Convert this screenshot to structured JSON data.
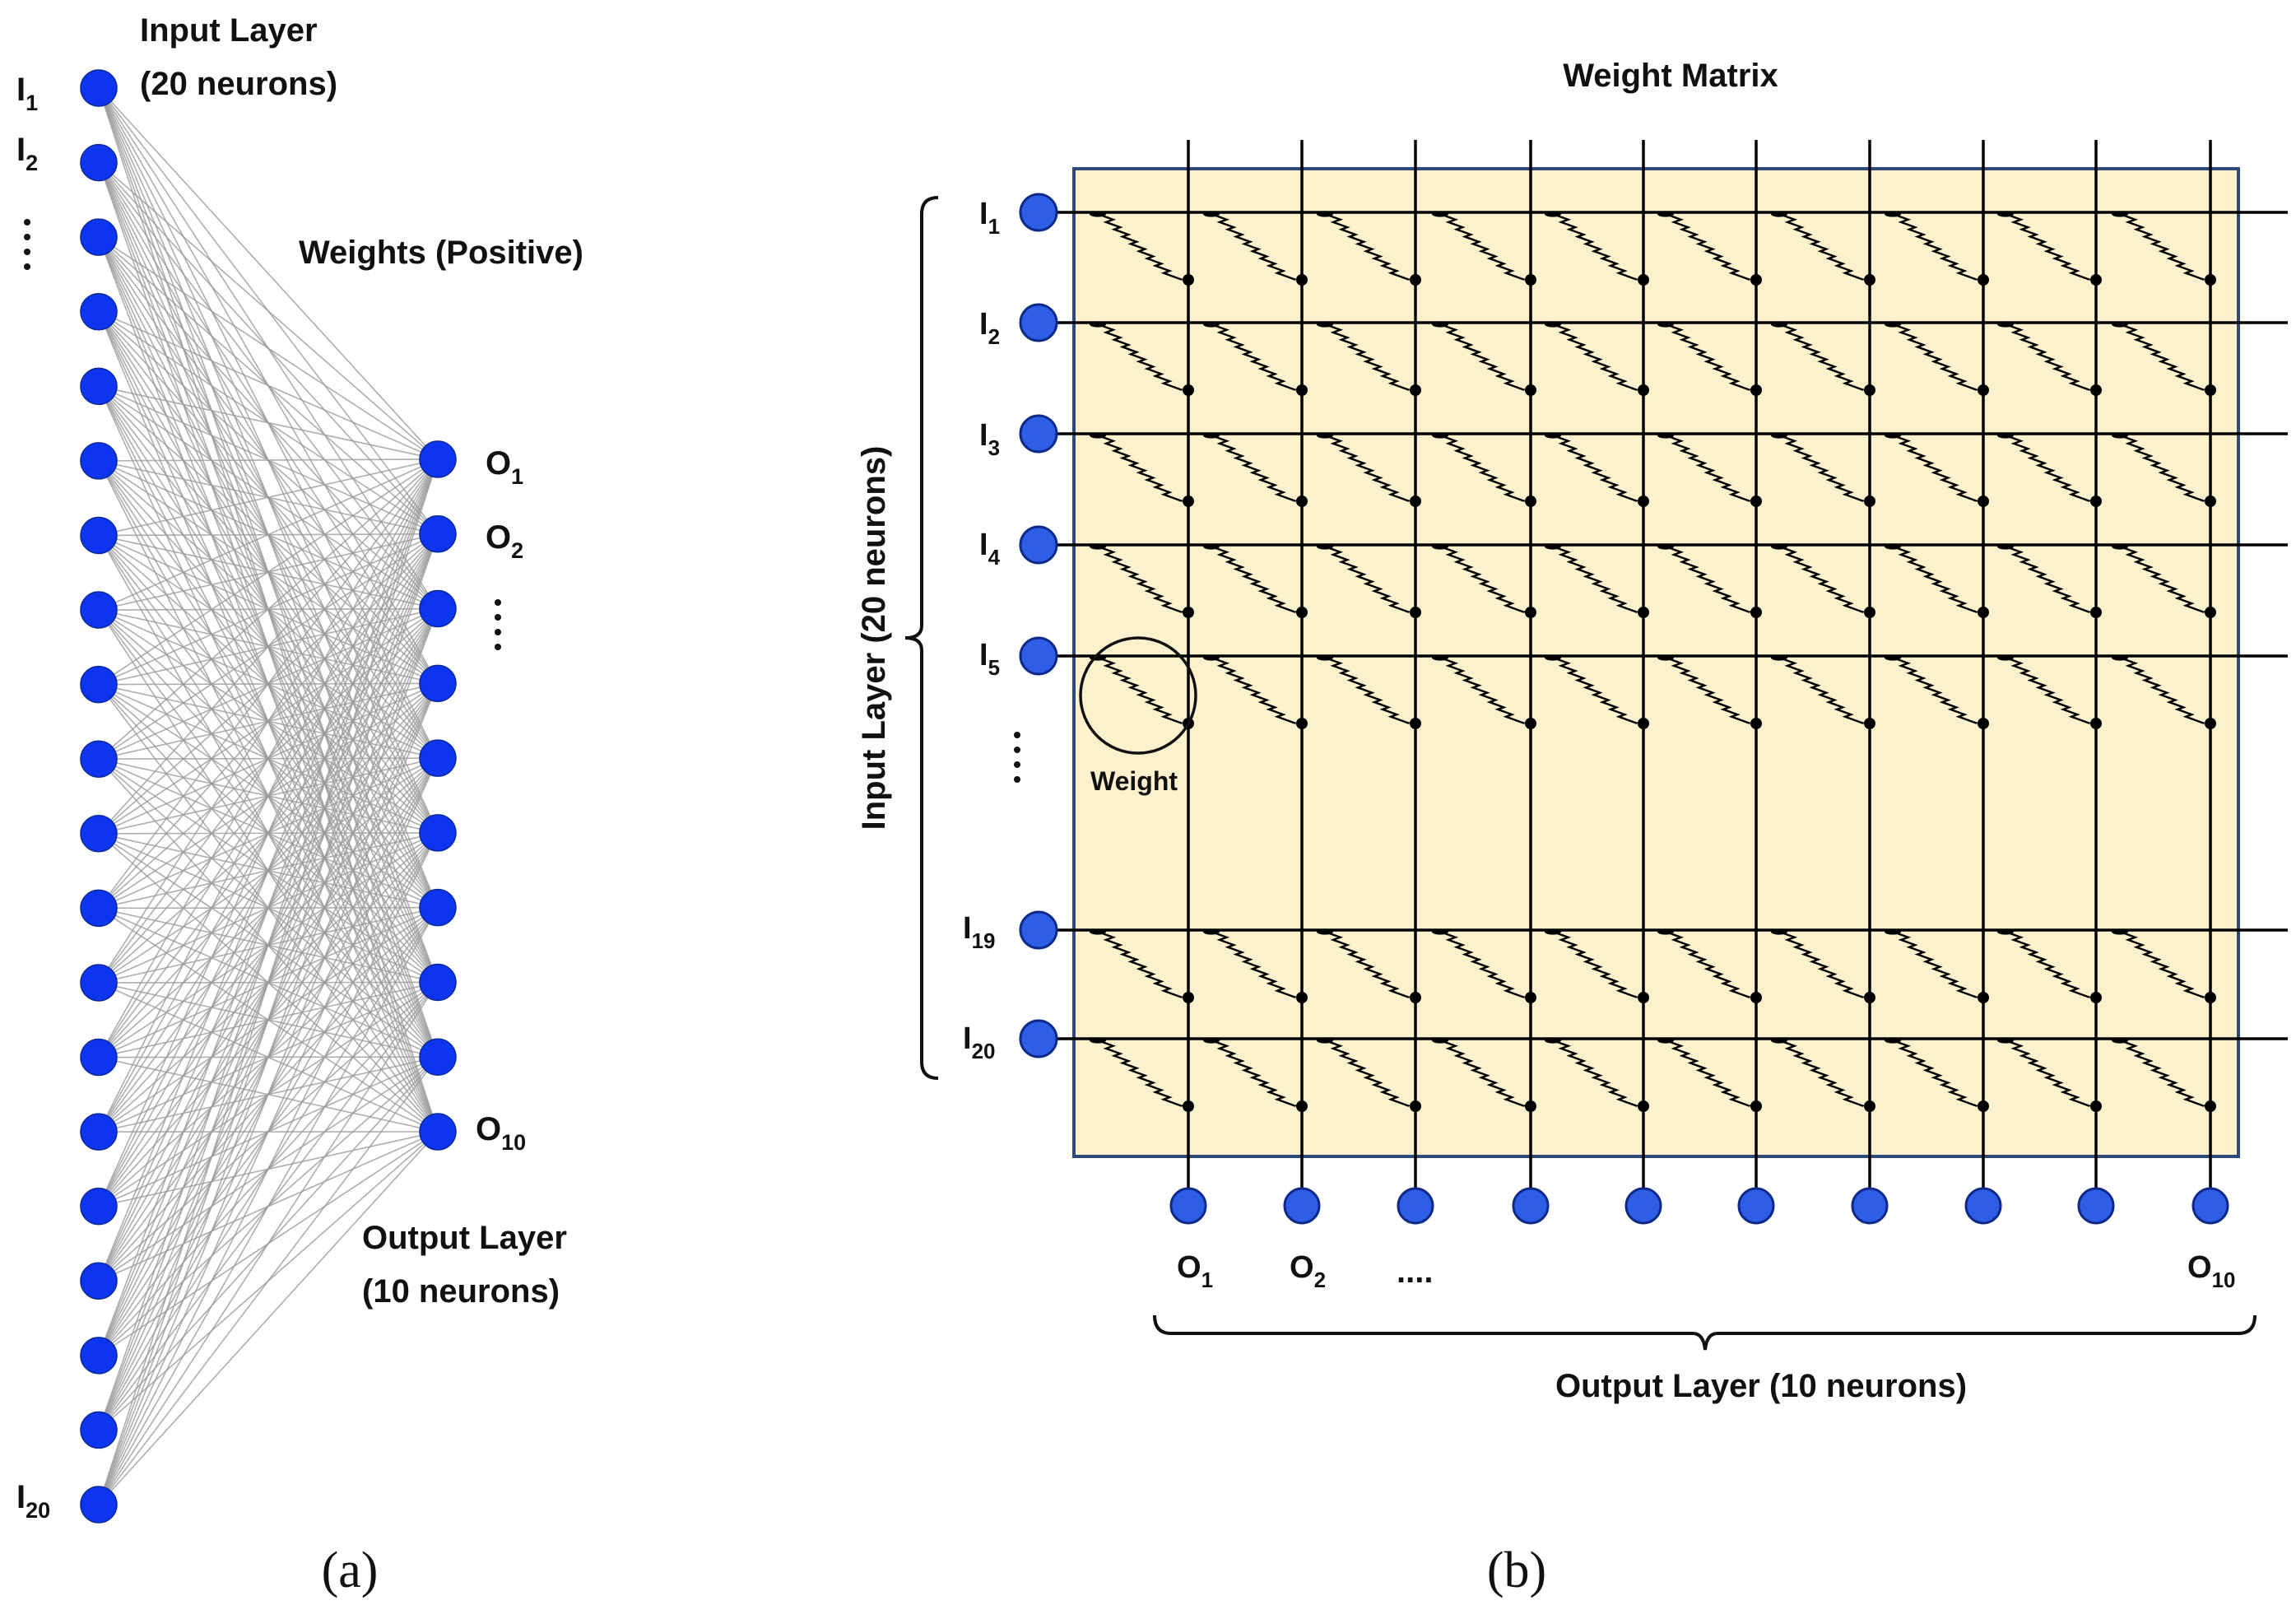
{
  "panel_a": {
    "input_layer_title": "Input Layer",
    "input_layer_count": "(20 neurons)",
    "weights_label": "Weights (Positive)",
    "output_layer_title": "Output Layer",
    "output_layer_count": "(10 neurons)",
    "input_labels": {
      "first": {
        "base": "I",
        "sub": "1"
      },
      "second": {
        "base": "I",
        "sub": "2"
      },
      "last": {
        "base": "I",
        "sub": "20"
      }
    },
    "output_labels": {
      "first": {
        "base": "O",
        "sub": "1"
      },
      "second": {
        "base": "O",
        "sub": "2"
      },
      "last": {
        "base": "O",
        "sub": "10"
      }
    },
    "input_neuron_count": 20,
    "output_neuron_count": 10,
    "caption": "(a)"
  },
  "panel_b": {
    "title": "Weight Matrix",
    "input_axis_label": "Input Layer (20 neurons)",
    "output_axis_label": "Output Layer (10 neurons)",
    "weight_label": "Weight",
    "row_labels": [
      {
        "base": "I",
        "sub": "1"
      },
      {
        "base": "I",
        "sub": "2"
      },
      {
        "base": "I",
        "sub": "3"
      },
      {
        "base": "I",
        "sub": "4"
      },
      {
        "base": "I",
        "sub": "5"
      },
      {
        "base": "I",
        "sub": "19"
      },
      {
        "base": "I",
        "sub": "20"
      }
    ],
    "col_labels": {
      "first": {
        "base": "O",
        "sub": "1"
      },
      "second": {
        "base": "O",
        "sub": "2"
      },
      "ellipsis": "....",
      "last": {
        "base": "O",
        "sub": "10"
      }
    },
    "output_neuron_count": 10,
    "caption": "(b)"
  },
  "colors": {
    "neuron_a": "#0d35f0",
    "neuron_b": "#2f5ee6",
    "matrix_fill": "#fdf0cc",
    "matrix_border": "#2e4a7a",
    "connection": "#9a9a9a"
  }
}
